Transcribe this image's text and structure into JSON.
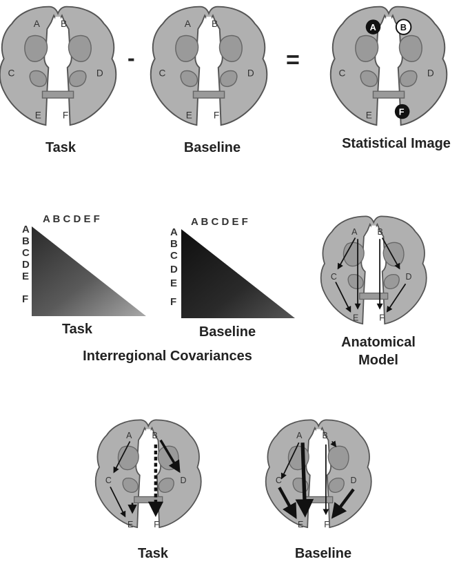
{
  "row1": {
    "task_label": "Task",
    "baseline_label": "Baseline",
    "statistical_label": "Statistical Image",
    "minus_sign": "-",
    "equals_sign": "="
  },
  "regions": [
    "A",
    "B",
    "C",
    "D",
    "E",
    "F"
  ],
  "row2": {
    "task_label": "Task",
    "baseline_label": "Baseline",
    "covariances_label": "Interregional Covariances",
    "model_label_line1": "Anatomical",
    "model_label_line2": "Model",
    "matrix_header": "A B C D E F"
  },
  "row3": {
    "task_label": "Task",
    "baseline_label": "Baseline"
  },
  "colors": {
    "brain_fill": "#b0b0b0",
    "outline": "#555555",
    "task_gradient_dark": "#2a2a2a",
    "task_gradient_light": "#a8a8a8",
    "baseline_gradient_dark": "#0f0f0f",
    "baseline_gradient_light": "#555555"
  }
}
